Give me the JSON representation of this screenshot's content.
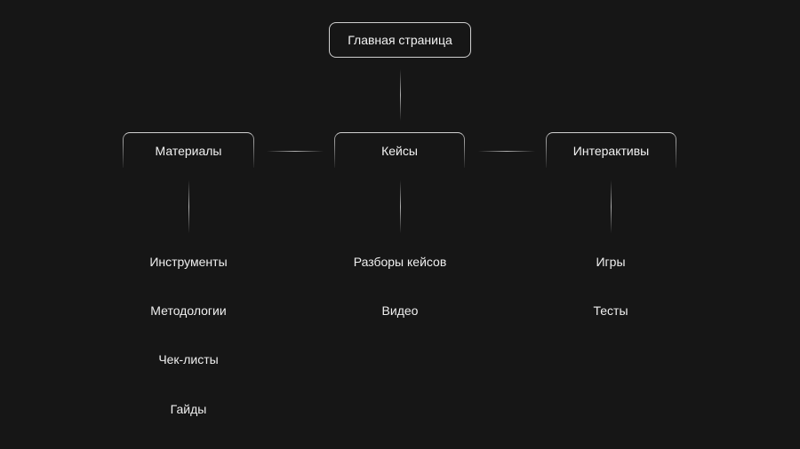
{
  "root": {
    "label": "Главная страница"
  },
  "categories": [
    {
      "label": "Материалы",
      "items": [
        "Инструменты",
        "Методологии",
        "Чек-листы",
        "Гайды"
      ]
    },
    {
      "label": "Кейсы",
      "items": [
        "Разборы кейсов",
        "Видео"
      ]
    },
    {
      "label": "Интерактивы",
      "items": [
        "Игры",
        "Тесты"
      ]
    }
  ]
}
